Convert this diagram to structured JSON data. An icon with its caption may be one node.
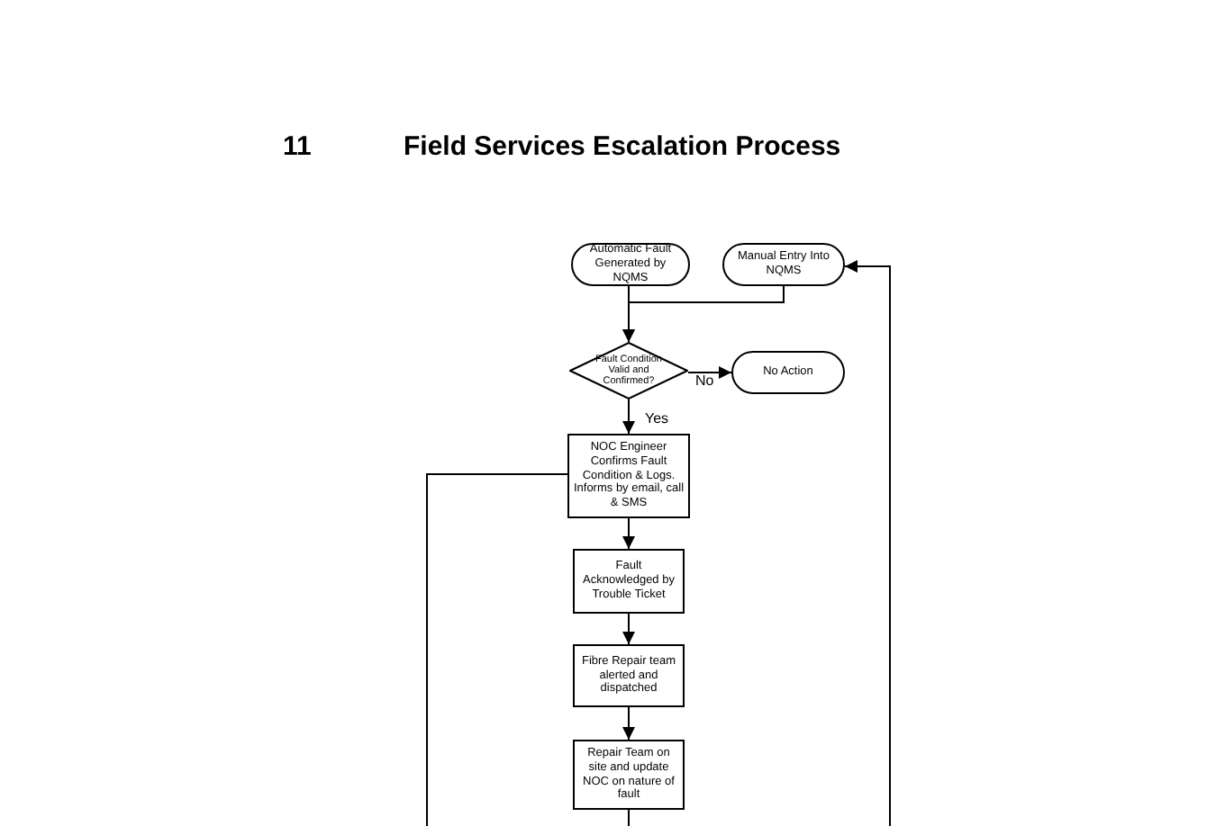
{
  "diagram": {
    "title": "Field Services Escalation Process",
    "nodes": [
      {
        "text": [
          "Automatic Fault Generated by NQMS"
        ]
      },
      {
        "text": [
          "Manual Entry Into NQMS"
        ]
      },
      {
        "text": [
          "Fault Condition Valid and Confirmed?"
        ]
      },
      {
        "text": [
          "No Action"
        ]
      },
      {
        "text": [
          "NOC Engineer Confirms Fault Condition & Logs. Informs by email, call & SMS"
        ]
      },
      {
        "text": [
          "Fault Acknowledged by Trouble Ticket"
        ]
      },
      {
        "text": [
          "Fibre Repair team alerted and dispatched"
        ]
      },
      {
        "text": [
          "Repair Team on site and update NOC on nature of fault"
        ]
      }
    ],
    "edges": [
      {
        "from": 0,
        "to": 2,
        "arrow": "to"
      },
      {
        "from": 1,
        "to": 2,
        "arrow": "to"
      },
      {
        "from": 2,
        "to": 3,
        "arrow": "to",
        "label": "No"
      },
      {
        "from": 2,
        "to": 4,
        "arrow": "to",
        "label": "Yes"
      },
      {
        "from": 4,
        "to": 5,
        "arrow": "to"
      },
      {
        "from": 5,
        "to": 6,
        "arrow": "to"
      },
      {
        "from": 6,
        "to": 7,
        "arrow": "to"
      },
      {
        "from": 7,
        "to": null,
        "arrow": "none"
      },
      {
        "from": 4,
        "to": null,
        "arrow": "none"
      },
      {
        "from": null,
        "to": 1,
        "arrow": "to"
      }
    ],
    "labels": [
      "11"
    ]
  }
}
